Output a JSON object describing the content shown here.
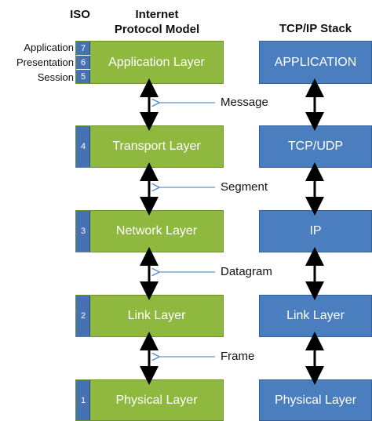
{
  "headers": {
    "iso": "ISO",
    "internet_model": [
      "Internet",
      "Protocol Model"
    ],
    "tcpip": "TCP/IP Stack"
  },
  "iso_labels": [
    "Application",
    "Presentation",
    "Session"
  ],
  "internet_layers": [
    {
      "label": "Application Layer",
      "numbers": [
        "7",
        "6",
        "5"
      ]
    },
    {
      "label": "Transport Layer",
      "numbers": [
        "4"
      ]
    },
    {
      "label": "Network Layer",
      "numbers": [
        "3"
      ]
    },
    {
      "label": "Link Layer",
      "numbers": [
        "2"
      ]
    },
    {
      "label": "Physical Layer",
      "numbers": [
        "1"
      ]
    }
  ],
  "tcpip_layers": [
    "APPLICATION",
    "TCP/UDP",
    "IP",
    "Link Layer",
    "Physical Layer"
  ],
  "data_units": [
    "Message",
    "Segment",
    "Datagram",
    "Frame"
  ],
  "colors": {
    "internet_layer_fill": "#8fb83f",
    "iso_number_strip": "#4672b4",
    "tcpip_layer_fill": "#4a7ebf",
    "pointer_arrow": "#5b8fd0",
    "connector_arrow": "#000000"
  }
}
